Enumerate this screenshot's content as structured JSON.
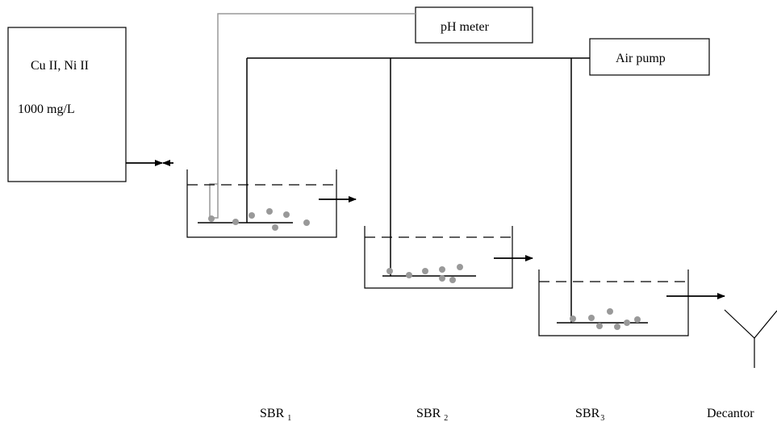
{
  "feed_tank": {
    "line1": "Cu II, Ni II",
    "line2": "1000 mg/L"
  },
  "ph_meter": {
    "label": "pH meter"
  },
  "air_pump": {
    "label": "Air pump"
  },
  "reactors": [
    {
      "name": "SBR",
      "sub": "1"
    },
    {
      "name": "SBR",
      "sub": "2"
    },
    {
      "name": "SBR",
      "sub": "3"
    }
  ],
  "decantor": {
    "label": "Decantor"
  },
  "colors": {
    "line": "#000000",
    "ph_line": "#999999",
    "bubble": "#999999"
  }
}
